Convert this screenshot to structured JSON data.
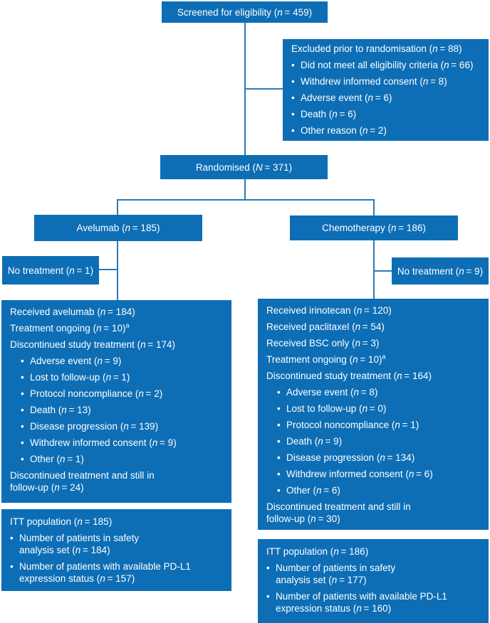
{
  "diagram": {
    "title": "CONSORT patient flow diagram",
    "colors": {
      "box_fill": "#0d6eb5",
      "connector": "#2f79b3",
      "text": "#ffffff"
    },
    "boxes": [
      {
        "id": "screened",
        "lines": [
          {
            "text": "Screened for eligibility",
            "var": "n",
            "value": "459"
          }
        ]
      },
      {
        "id": "excluded",
        "lines": [
          {
            "text": "Excluded prior to randomisation",
            "var": "n",
            "value": "88"
          },
          {
            "bullet": true,
            "text": "Did not meet all eligibility criteria",
            "var": "n",
            "value": "66"
          },
          {
            "bullet": true,
            "text": "Withdrew informed consent",
            "var": "n",
            "value": "8"
          },
          {
            "bullet": true,
            "text": "Adverse event",
            "var": "n",
            "value": "6"
          },
          {
            "bullet": true,
            "text": "Death",
            "var": "n",
            "value": "6"
          },
          {
            "bullet": true,
            "text": "Other reason",
            "var": "n",
            "value": "2"
          }
        ]
      },
      {
        "id": "randomised",
        "lines": [
          {
            "text": "Randomised",
            "var": "N",
            "value": "371"
          }
        ]
      },
      {
        "id": "avelumab",
        "lines": [
          {
            "text": "Avelumab",
            "var": "n",
            "value": "185"
          }
        ]
      },
      {
        "id": "chemotherapy",
        "lines": [
          {
            "text": "Chemotherapy",
            "var": "n",
            "value": "186"
          }
        ]
      },
      {
        "id": "no-treatment-left",
        "lines": [
          {
            "text": "No treatment",
            "var": "n",
            "value": "1"
          }
        ]
      },
      {
        "id": "no-treatment-right",
        "lines": [
          {
            "text": "No treatment",
            "var": "n",
            "value": "9"
          }
        ]
      },
      {
        "id": "avelumab-detail",
        "lines": [
          {
            "text": "Received avelumab",
            "var": "n",
            "value": "184"
          },
          {
            "text": "Treatment ongoing",
            "var": "n",
            "value": "10",
            "sup": "a"
          },
          {
            "text": "Discontinued study treatment",
            "var": "n",
            "value": "174"
          },
          {
            "bullet": true,
            "indent": true,
            "text": "Adverse event",
            "var": "n",
            "value": "9"
          },
          {
            "bullet": true,
            "indent": true,
            "text": "Lost to follow-up",
            "var": "n",
            "value": "1"
          },
          {
            "bullet": true,
            "indent": true,
            "text": "Protocol noncompliance",
            "var": "n",
            "value": "2"
          },
          {
            "bullet": true,
            "indent": true,
            "text": "Death",
            "var": "n",
            "value": "13"
          },
          {
            "bullet": true,
            "indent": true,
            "text": "Disease progression",
            "var": "n",
            "value": "139"
          },
          {
            "bullet": true,
            "indent": true,
            "text": "Withdrew informed consent",
            "var": "n",
            "value": "9"
          },
          {
            "bullet": true,
            "indent": true,
            "text": "Other",
            "var": "n",
            "value": "1"
          },
          {
            "text": "Discontinued treatment and still in\nfollow-up",
            "var": "n",
            "value": "24"
          }
        ]
      },
      {
        "id": "chemo-detail",
        "lines": [
          {
            "text": "Received irinotecan",
            "var": "n",
            "value": "120"
          },
          {
            "text": "Received paclitaxel",
            "var": "n",
            "value": "54"
          },
          {
            "text": "Received BSC only",
            "var": "n",
            "value": "3"
          },
          {
            "text": "Treatment ongoing",
            "var": "n",
            "value": "10",
            "sup": "a"
          },
          {
            "text": "Discontinued study treatment",
            "var": "n",
            "value": "164"
          },
          {
            "bullet": true,
            "indent": true,
            "text": "Adverse event",
            "var": "n",
            "value": "8"
          },
          {
            "bullet": true,
            "indent": true,
            "text": "Lost to follow-up",
            "var": "n",
            "value": "0"
          },
          {
            "bullet": true,
            "indent": true,
            "text": "Protocol noncompliance",
            "var": "n",
            "value": "1"
          },
          {
            "bullet": true,
            "indent": true,
            "text": "Death",
            "var": "n",
            "value": "9"
          },
          {
            "bullet": true,
            "indent": true,
            "text": "Disease progression",
            "var": "n",
            "value": "134"
          },
          {
            "bullet": true,
            "indent": true,
            "text": "Withdrew informed consent",
            "var": "n",
            "value": "6"
          },
          {
            "bullet": true,
            "indent": true,
            "text": "Other",
            "var": "n",
            "value": "6"
          },
          {
            "text": "Discontinued treatment and still in\nfollow-up",
            "var": "n",
            "value": "30"
          }
        ]
      },
      {
        "id": "itt-left",
        "lines": [
          {
            "text": "ITT population",
            "var": "n",
            "value": "185"
          },
          {
            "bullet": true,
            "text": "Number of patients in safety\nanalysis set",
            "var": "n",
            "value": "184"
          },
          {
            "bullet": true,
            "text": "Number of patients with available PD-L1\nexpression status",
            "var": "n",
            "value": "157"
          }
        ]
      },
      {
        "id": "itt-right",
        "lines": [
          {
            "text": "ITT population",
            "var": "n",
            "value": "186"
          },
          {
            "bullet": true,
            "text": "Number of patients in safety\nanalysis set",
            "var": "n",
            "value": "177"
          },
          {
            "bullet": true,
            "text": "Number of patients with available PD-L1\nexpression status",
            "var": "n",
            "value": "160"
          }
        ]
      }
    ]
  }
}
